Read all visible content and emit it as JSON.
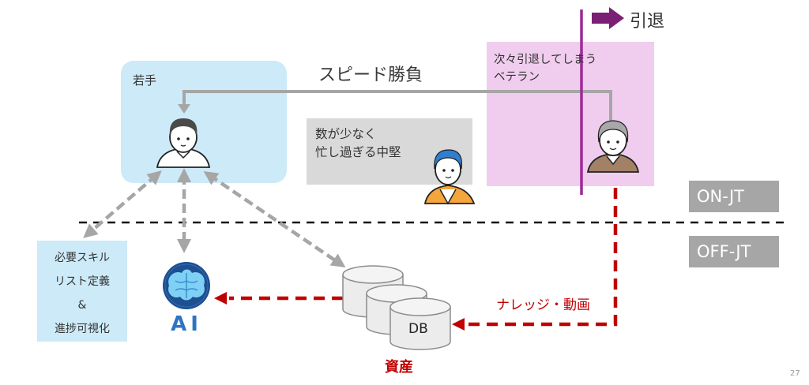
{
  "slide": {
    "page_number": "27"
  },
  "groups": {
    "young": {
      "label": "若手"
    },
    "mid": {
      "label": "数が少なく\n忙し過ぎる中堅"
    },
    "veteran": {
      "label": "次々引退してしまう\nベテラン"
    }
  },
  "labels": {
    "speed": "スピード勝負",
    "retire": "引退",
    "on_jt": "ON-JT",
    "off_jt": "OFF-JT",
    "skill_list": "必要スキル\nリスト定義\n&\n進捗可視化",
    "ai": "AI",
    "db": "DB",
    "asset": "資産",
    "knowledge": "ナレッジ・動画"
  },
  "colors": {
    "young_bg": "#cdeaf8",
    "mid_bg": "#d9d9d9",
    "veteran_bg": "#f0cdee",
    "retire_line": "#9b2b96",
    "retire_arrow": "#7a1f74",
    "gray_arrow": "#a6a6a6",
    "red_flow": "#c00000",
    "divider": "#111111",
    "tag_bg": "#a6a6a6"
  }
}
